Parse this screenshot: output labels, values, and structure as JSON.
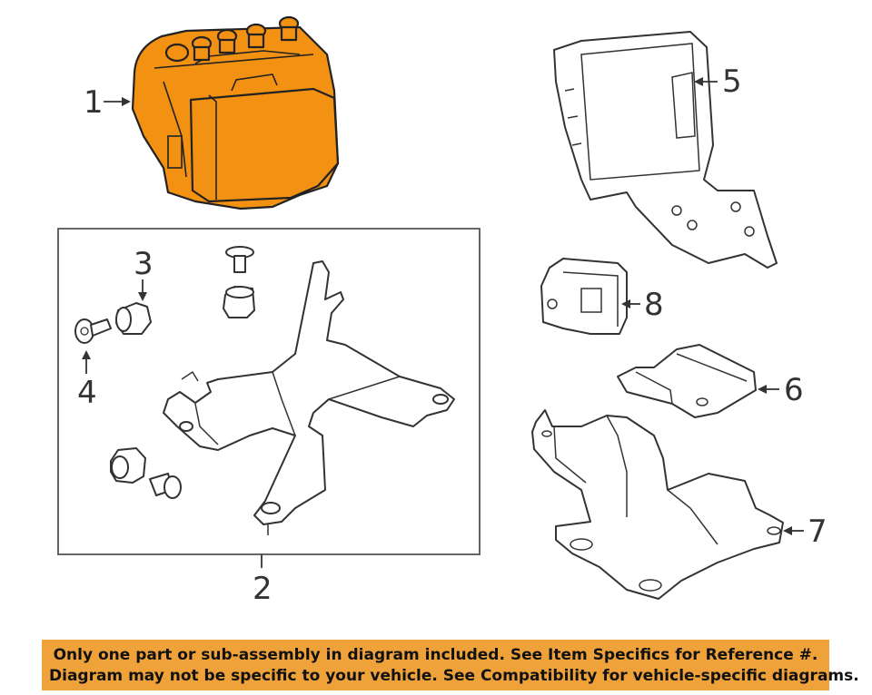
{
  "callouts": {
    "c1": "1",
    "c2": "2",
    "c3": "3",
    "c4": "4",
    "c5": "5",
    "c6": "6",
    "c7": "7",
    "c8": "8"
  },
  "colors": {
    "highlight": "#f39112",
    "footer_bg": "#f0a23a"
  },
  "footer": {
    "line1": "Only one part or sub-assembly in diagram included. See Item Specifics for Reference #.",
    "line2": "Diagram may not be specific to your vehicle. See Compatibility for vehicle-specific diagrams."
  }
}
